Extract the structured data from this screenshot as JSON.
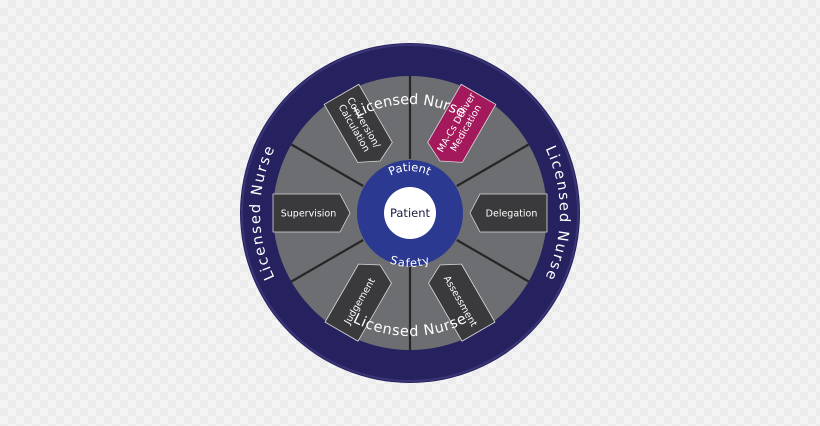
{
  "colors": {
    "outer_ring": "#26215f",
    "outer_ring_edge": "#3a3576",
    "wheel_body": "#6d6e71",
    "spoke_dividers": "#262626",
    "spoke_tab": "#3a3a3c",
    "highlight_tab": "#a3195b",
    "hub": "#2b3990",
    "hub_core": "#ffffff"
  },
  "ring": {
    "top": "Licensed Nurse",
    "bottom": "Licensed Nurse",
    "left": "Licensed Nurse",
    "right": "Licensed Nurse"
  },
  "hub": {
    "top_label": "Patient",
    "bottom_label": "Safety",
    "core_label": "Patient"
  },
  "spokes": {
    "supervision": {
      "lines": [
        "Supervision"
      ],
      "highlight": false
    },
    "delegation": {
      "lines": [
        "Delegation"
      ],
      "highlight": false
    },
    "conversion": {
      "lines": [
        "Conversion/",
        "Calculation"
      ],
      "highlight": false
    },
    "macs": {
      "lines": [
        "MA-Cs Deliver",
        "Medication"
      ],
      "highlight": true
    },
    "judgement": {
      "lines": [
        "Judgement"
      ],
      "highlight": false
    },
    "assessment": {
      "lines": [
        "Assessment"
      ],
      "highlight": false
    }
  }
}
